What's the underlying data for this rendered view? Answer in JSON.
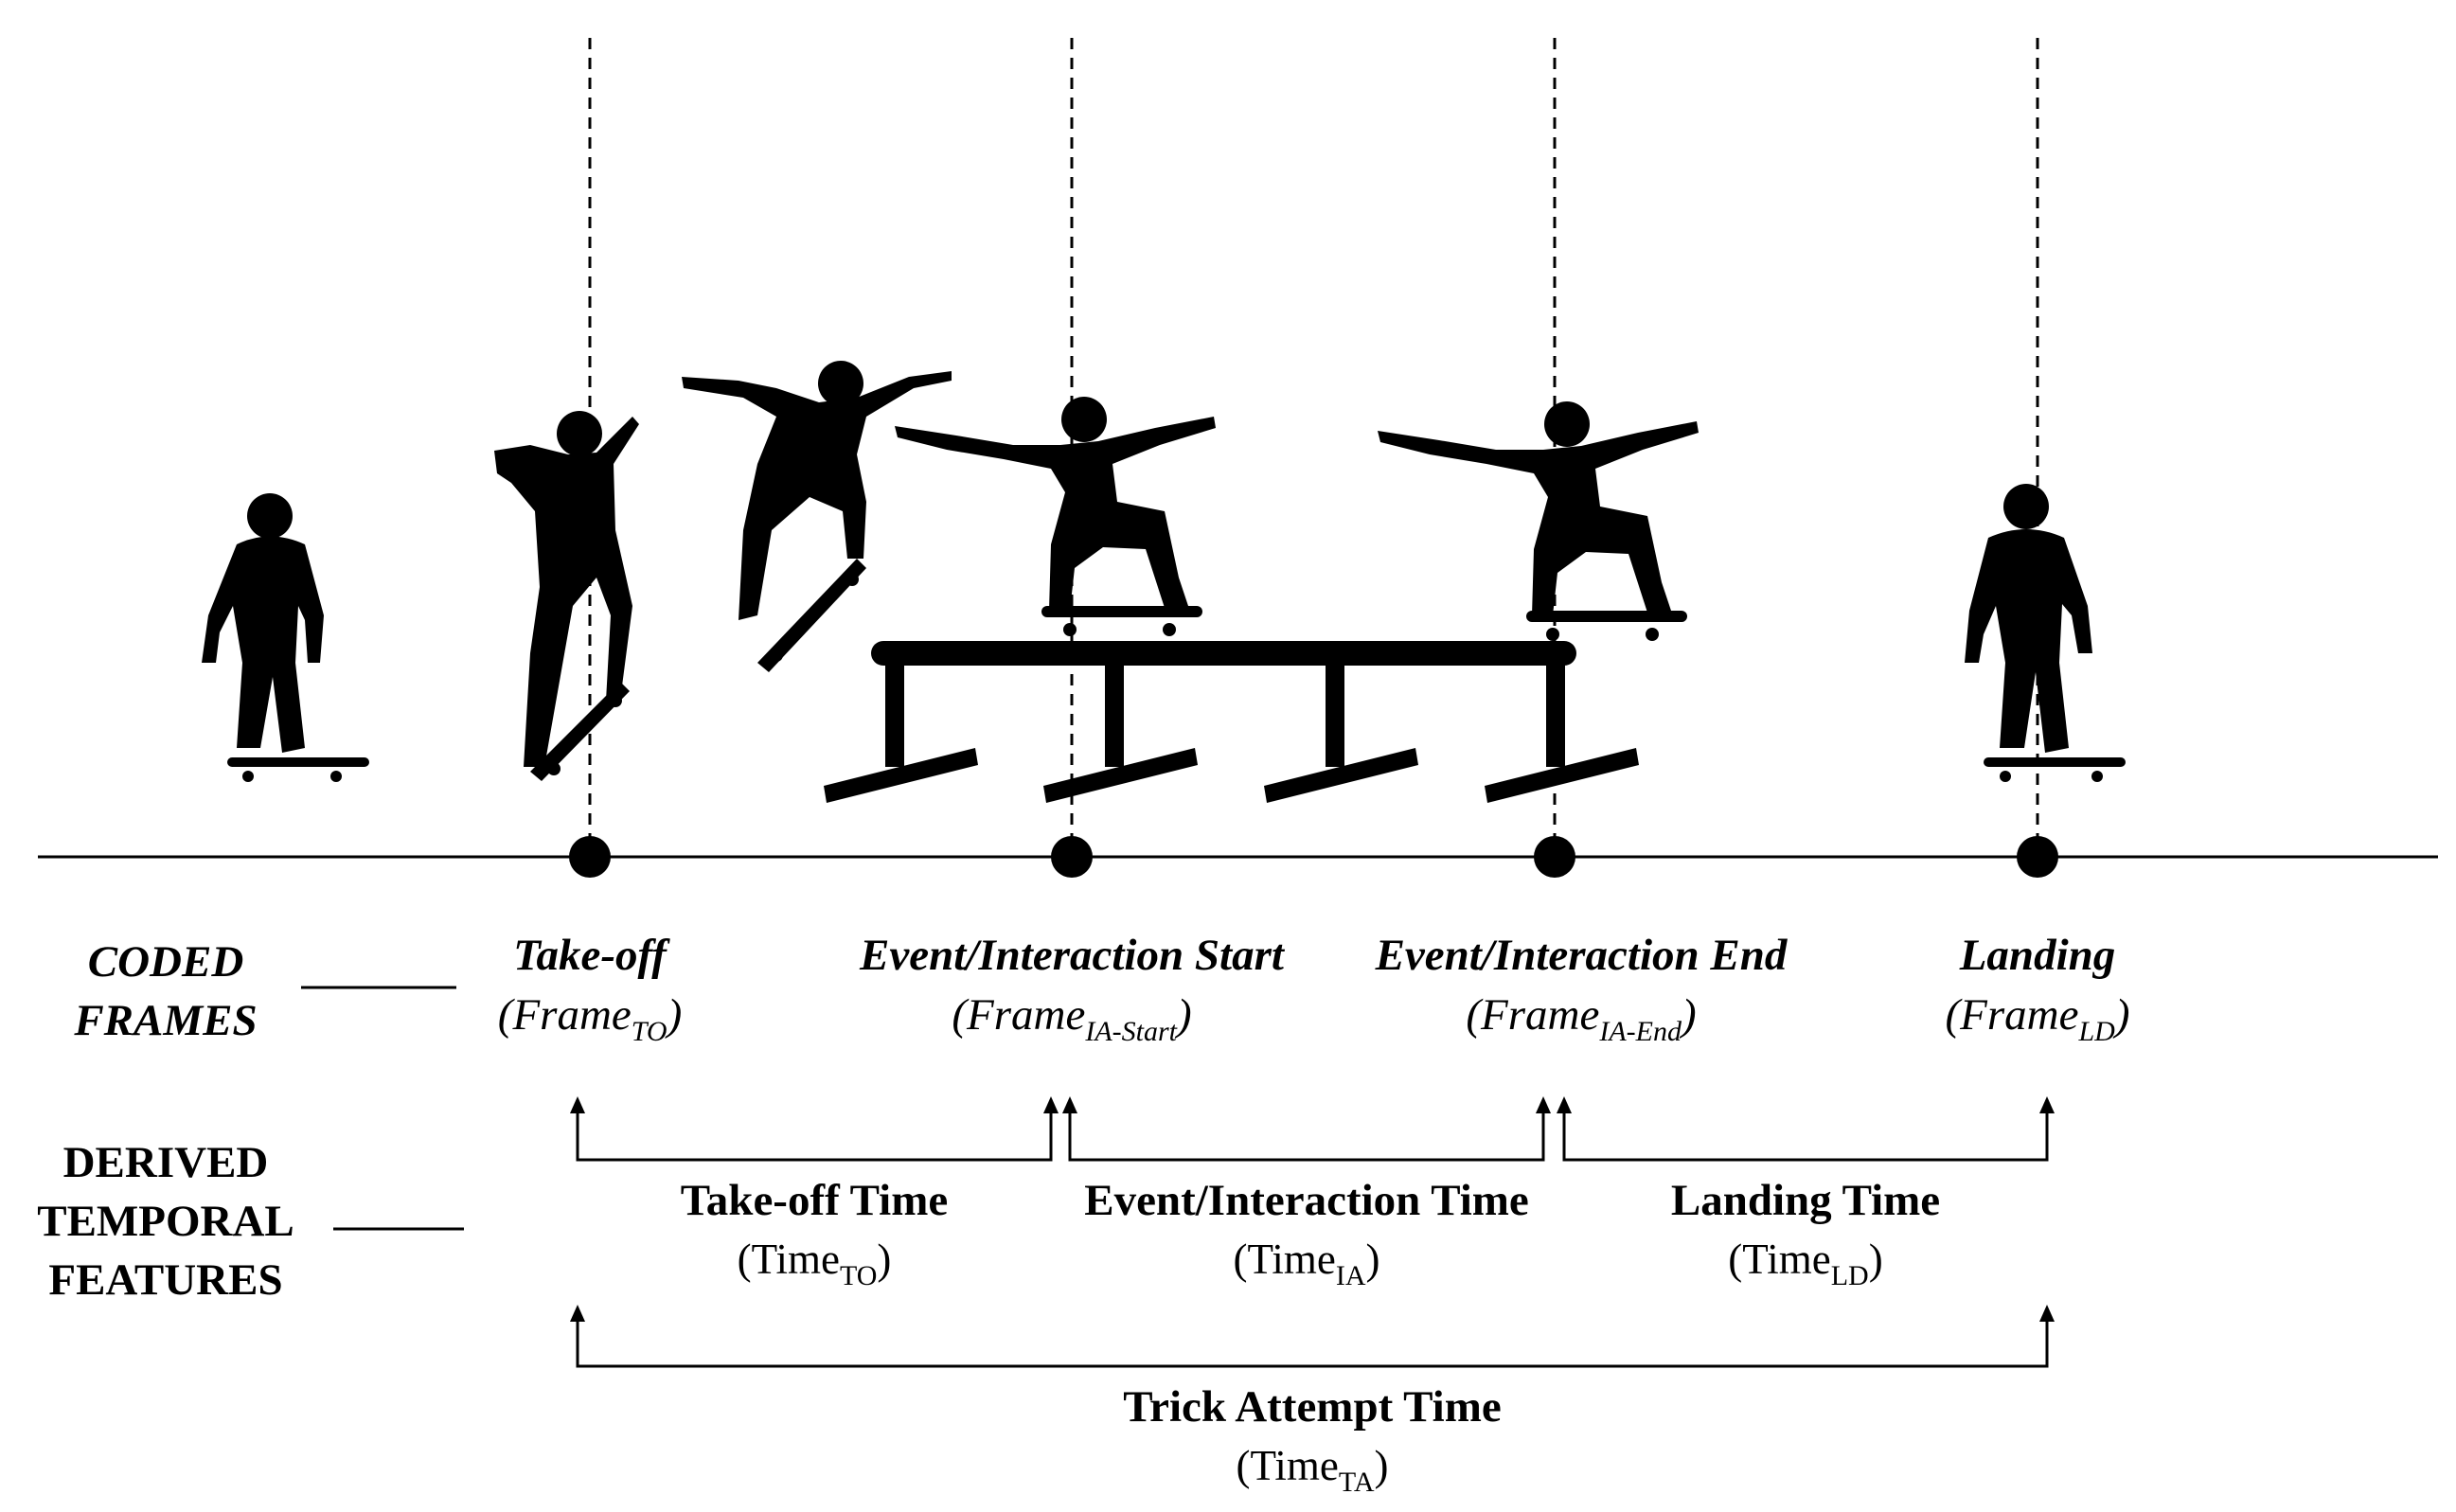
{
  "row_labels": {
    "coded_line1": "CODED",
    "coded_line2": "FRAMES",
    "derived_line1": "DERIVED",
    "derived_line2": "TEMPORAL",
    "derived_line3": "FEATURES"
  },
  "coded_frames": [
    {
      "name": "Take-off",
      "symbol": "Frame",
      "subscript": "TO"
    },
    {
      "name": "Event/Interaction Start",
      "symbol": "Frame",
      "subscript": "IA-Start"
    },
    {
      "name": "Event/Interaction End",
      "symbol": "Frame",
      "subscript": "IA-End"
    },
    {
      "name": "Landing",
      "symbol": "Frame",
      "subscript": "LD"
    }
  ],
  "derived_features": [
    {
      "name": "Take-off Time",
      "symbol": "Time",
      "subscript": "TO"
    },
    {
      "name": "Event/Interaction Time",
      "symbol": "Time",
      "subscript": "IA"
    },
    {
      "name": "Landing Time",
      "symbol": "Time",
      "subscript": "LD"
    },
    {
      "name": "Trick Attempt Time",
      "symbol": "Time",
      "subscript": "TA"
    }
  ],
  "colors": {
    "ink": "#000000",
    "background": "#ffffff"
  }
}
